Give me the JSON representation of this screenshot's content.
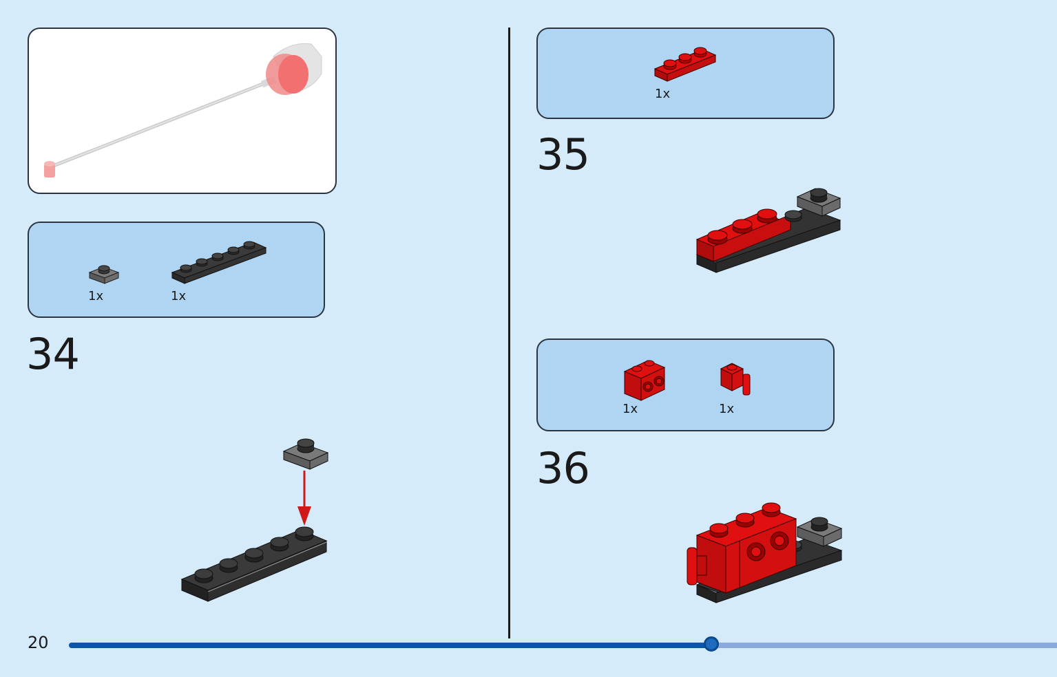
{
  "page": {
    "number": "20"
  },
  "progress": {
    "fraction": 0.65
  },
  "colors": {
    "background": "#d5ebfa",
    "parts_panel": "#b0d5f2",
    "brick_red": "#e01010",
    "brick_black": "#2b2b2b",
    "brick_gray": "#6b6b6b",
    "progress_fill": "#0b57a6",
    "progress_track": "#8aa9dd",
    "arrow": "#d01818"
  },
  "steps": [
    {
      "number": "34",
      "parts": [
        {
          "qty": "1x",
          "icon": "gray-plate-1x1-icon"
        },
        {
          "qty": "1x",
          "icon": "black-plate-1x6-icon"
        }
      ]
    },
    {
      "number": "35",
      "parts": [
        {
          "qty": "1x",
          "icon": "red-plate-1x3-icon"
        }
      ]
    },
    {
      "number": "36",
      "parts": [
        {
          "qty": "1x",
          "icon": "red-brick-1x2-side-studs-icon"
        },
        {
          "qty": "1x",
          "icon": "red-brick-1x1-clip-icon"
        }
      ]
    }
  ]
}
